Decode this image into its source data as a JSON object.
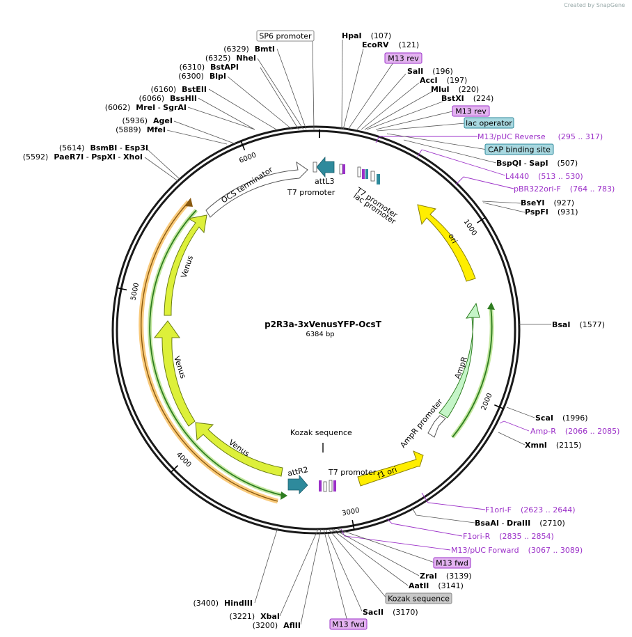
{
  "watermark": "Created by SnapGene",
  "plasmid": {
    "name": "p2R3a-3xVenusYFP-OcsT",
    "length_label": "6384 bp",
    "length": 6384
  },
  "colors": {
    "backbone": "#1a1a1a",
    "venus": "#ddf03a",
    "ori": "#ffee00",
    "ampr": "#c5f5c8",
    "teal": "#2e8a9c",
    "purple": "#9b30c8",
    "orange": "#f5a623",
    "green": "#2e9c2e",
    "tag_purple_bg": "#e3b3f0",
    "tag_blue_bg": "#a8d8e0",
    "tag_gray_bg": "#c8c8c8"
  },
  "ticks": [
    {
      "pos": 1000,
      "label": "1000"
    },
    {
      "pos": 2000,
      "label": "2000"
    },
    {
      "pos": 3000,
      "label": "3000"
    },
    {
      "pos": 4000,
      "label": "4000"
    },
    {
      "pos": 5000,
      "label": "5000"
    },
    {
      "pos": 6000,
      "label": "6000"
    }
  ],
  "features": [
    {
      "name": "OCS terminator",
      "label": "OCS terminator",
      "type": "terminator"
    },
    {
      "name": "Venus 1",
      "label": "Venus",
      "type": "cds"
    },
    {
      "name": "Venus 2",
      "label": "Venus",
      "type": "cds"
    },
    {
      "name": "Venus 3",
      "label": "Venus",
      "type": "cds"
    },
    {
      "name": "ori",
      "label": "ori",
      "type": "rep_origin"
    },
    {
      "name": "AmpR",
      "label": "AmpR",
      "type": "cds"
    },
    {
      "name": "AmpR promoter",
      "label": "AmpR promoter",
      "type": "promoter"
    },
    {
      "name": "f1 ori",
      "label": "f1 ori",
      "type": "rep_origin"
    },
    {
      "name": "attR2",
      "label": "attR2",
      "type": "recombination"
    },
    {
      "name": "attL3",
      "label": "attL3",
      "type": "recombination"
    },
    {
      "name": "T7 promoter top",
      "label": "T7 promoter",
      "type": "promoter"
    },
    {
      "name": "T7 promoter bottom",
      "label": "T7 promoter",
      "type": "promoter"
    },
    {
      "name": "lac promoter",
      "label": "lac promoter",
      "type": "promoter"
    },
    {
      "name": "SP6 promoter inner",
      "label": "SP6 promoter",
      "type": "promoter"
    },
    {
      "name": "Kozak sequence inner",
      "label": "Kozak sequence",
      "type": "misc"
    }
  ],
  "labels": {
    "sp6_promoter_box": "SP6 promoter",
    "hpai": {
      "name": "HpaI",
      "pos": "(107)"
    },
    "ecorv": {
      "name": "EcoRV",
      "pos": "(121)"
    },
    "m13rev_1": "M13 rev",
    "sali": {
      "name": "SalI",
      "pos": "(196)"
    },
    "acci": {
      "name": "AccI",
      "pos": "(197)"
    },
    "mlui": {
      "name": "MluI",
      "pos": "(220)"
    },
    "bstxi": {
      "name": "BstXI",
      "pos": "(224)"
    },
    "m13rev_2": "M13 rev",
    "lac_operator": "lac operator",
    "m13puc_reverse": {
      "name": "M13/pUC Reverse",
      "pos": "(295 .. 317)"
    },
    "cap_binding_site": "CAP binding site",
    "bspqi_sapi": {
      "name1": "BspQI",
      "sep": " - ",
      "name2": "SapI",
      "pos": "(507)"
    },
    "l4440": {
      "name": "L4440",
      "pos": "(513 .. 530)"
    },
    "pbr322ori_f": {
      "name": "pBR322ori-F",
      "pos": "(764 .. 783)"
    },
    "bseyi": {
      "name": "BseYI",
      "pos": "(927)"
    },
    "pspfi": {
      "name": "PspFI",
      "pos": "(931)"
    },
    "bsai": {
      "name": "BsaI",
      "pos": "(1577)"
    },
    "scai": {
      "name": "ScaI",
      "pos": "(1996)"
    },
    "amp_r": {
      "name": "Amp-R",
      "pos": "(2066 .. 2085)"
    },
    "xmni": {
      "name": "XmnI",
      "pos": "(2115)"
    },
    "f1ori_f": {
      "name": "F1ori-F",
      "pos": "(2623 .. 2644)"
    },
    "bsaai_draiii": {
      "name1": "BsaAI",
      "sep": " - ",
      "name2": "DraIII",
      "pos": "(2710)"
    },
    "f1ori_r": {
      "name": "F1ori-R",
      "pos": "(2835 .. 2854)"
    },
    "m13puc_forward": {
      "name": "M13/pUC Forward",
      "pos": "(3067 .. 3089)"
    },
    "m13fwd_1": "M13 fwd",
    "zrai": {
      "name": "ZraI",
      "pos": "(3139)"
    },
    "aatii": {
      "name": "AatII",
      "pos": "(3141)"
    },
    "kozak_box": "Kozak sequence",
    "sacii": {
      "name": "SacII",
      "pos": "(3170)"
    },
    "m13fwd_2": "M13 fwd",
    "aflii": {
      "name": "AflII",
      "pos": "(3200)"
    },
    "xbai": {
      "name": "XbaI",
      "pos": "(3221)"
    },
    "hindiii": {
      "name": "HindIII",
      "pos": "(3400)"
    },
    "bmti": {
      "name": "BmtI",
      "pos": "(6329)"
    },
    "nhei": {
      "name": "NheI",
      "pos": "(6325)"
    },
    "bstapi": {
      "name": "BstAPI",
      "pos": "(6310)"
    },
    "blpi": {
      "name": "BlpI",
      "pos": "(6300)"
    },
    "bsteii": {
      "name": "BstEII",
      "pos": "(6160)"
    },
    "bsshii": {
      "name": "BssHII",
      "pos": "(6066)"
    },
    "mrei_sgrai": {
      "name1": "MreI",
      "sep": " - ",
      "name2": "SgrAI",
      "pos": "(6062)"
    },
    "agei": {
      "name": "AgeI",
      "pos": "(5936)"
    },
    "mfei": {
      "name": "MfeI",
      "pos": "(5889)"
    },
    "bsmbi_esp3i": {
      "name1": "BsmBI",
      "sep": " - ",
      "name2": "Esp3I",
      "pos": "(5614)"
    },
    "paer7i_group": {
      "name1": "PaeR7I",
      "sep": " - ",
      "name2": "PspXI",
      "sep2": " - ",
      "name3": "XhoI",
      "pos": "(5592)"
    }
  }
}
